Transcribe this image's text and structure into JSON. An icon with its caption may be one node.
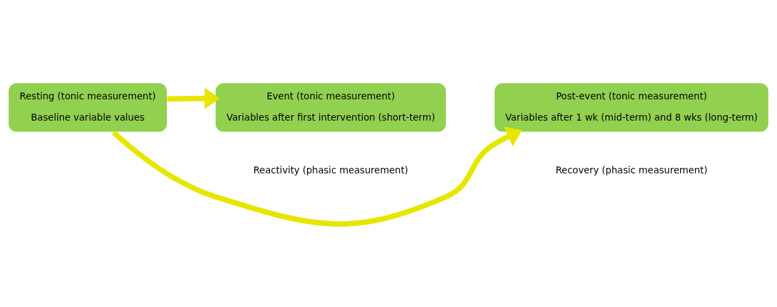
{
  "diagram": {
    "nodes": [
      {
        "text": [
          "Resting (tonic measurement)",
          "Baseline variable values"
        ]
      },
      {
        "text": [
          "Event (tonic measurement)",
          "Variables after first intervention (short-term)"
        ]
      },
      {
        "text": [
          "Post-event (tonic measurement)",
          "Variables after 1 wk (mid-term) and 8 wks (long-term)"
        ]
      }
    ],
    "edges": [
      {
        "from": 0,
        "to": 1,
        "arrow": "to"
      },
      {
        "from": 0,
        "to": 2,
        "arrow": "to"
      }
    ],
    "labels": [
      "Reactivity (phasic measurement)",
      "Recovery (phasic measurement)"
    ]
  }
}
